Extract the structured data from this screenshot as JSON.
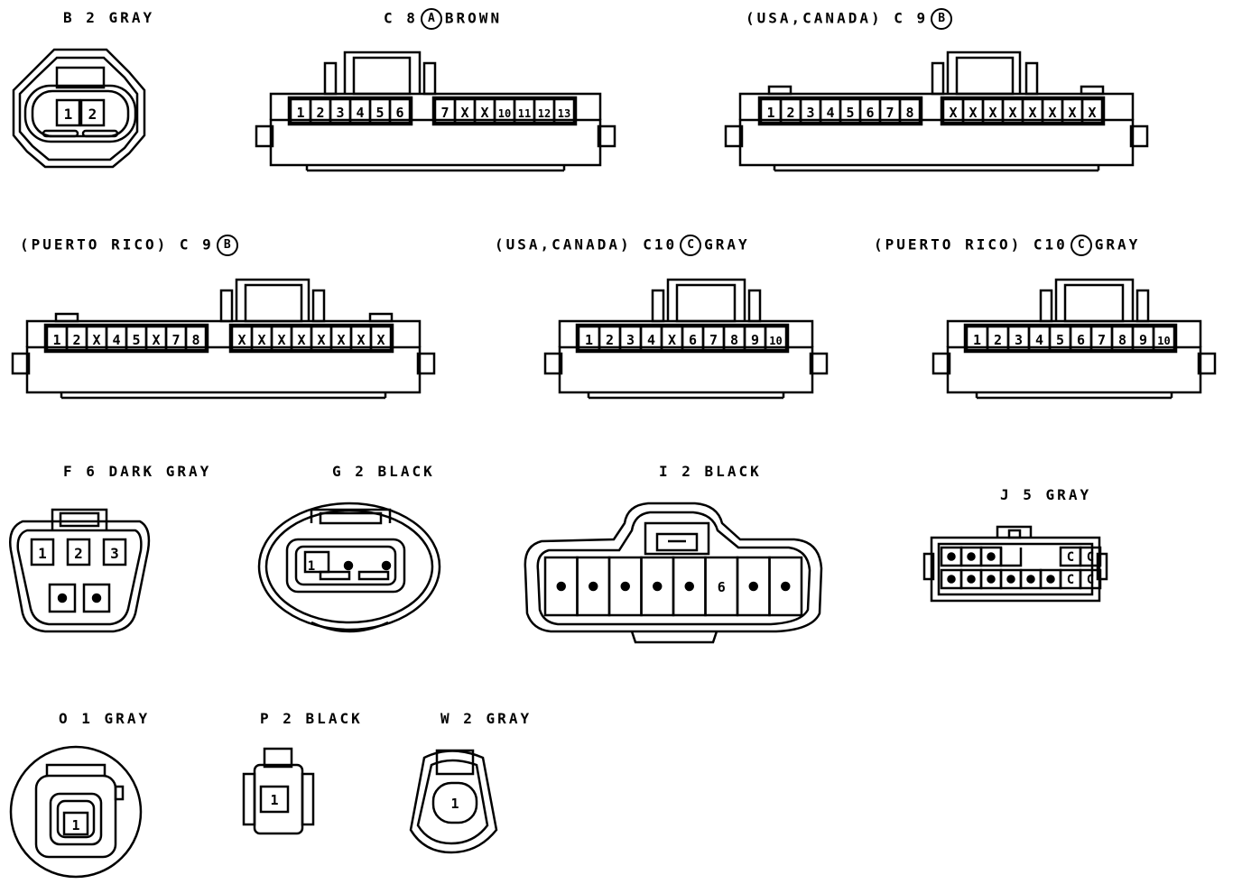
{
  "connectors": [
    {
      "id": "b2",
      "code": "B 2",
      "color": "GRAY",
      "pins": [
        "1",
        "2"
      ]
    },
    {
      "id": "c8",
      "code": "C 8",
      "mark": "A",
      "color": "BROWN",
      "pins_left": [
        "1",
        "2",
        "3",
        "4",
        "5",
        "6"
      ],
      "pins_right": [
        "7",
        "X",
        "X",
        "10",
        "11",
        "12",
        "13"
      ]
    },
    {
      "id": "c9_us",
      "region": "(USA,CANADA)",
      "code": "C 9",
      "mark": "B",
      "pins_left": [
        "1",
        "2",
        "3",
        "4",
        "5",
        "6",
        "7",
        "8"
      ],
      "pins_right": [
        "X",
        "X",
        "X",
        "X",
        "X",
        "X",
        "X",
        "X"
      ]
    },
    {
      "id": "c9_pr",
      "region": "(PUERTO RICO)",
      "code": "C 9",
      "mark": "B",
      "pins_left": [
        "1",
        "2",
        "X",
        "4",
        "5",
        "X",
        "7",
        "8"
      ],
      "pins_right": [
        "X",
        "X",
        "X",
        "X",
        "X",
        "X",
        "X",
        "X"
      ]
    },
    {
      "id": "c10_us",
      "region": "(USA,CANADA)",
      "code": "C10",
      "mark": "C",
      "color": "GRAY",
      "pins": [
        "1",
        "2",
        "3",
        "4",
        "X",
        "6",
        "7",
        "8",
        "9",
        "10"
      ]
    },
    {
      "id": "c10_pr",
      "region": "(PUERTO RICO)",
      "code": "C10",
      "mark": "C",
      "color": "GRAY",
      "pins": [
        "1",
        "2",
        "3",
        "4",
        "5",
        "6",
        "7",
        "8",
        "9",
        "10"
      ]
    },
    {
      "id": "f6",
      "code": "F 6",
      "color": "DARK GRAY",
      "pins_top": [
        "1",
        "2",
        "3"
      ]
    },
    {
      "id": "g2",
      "code": "G 2",
      "color": "BLACK",
      "pins": [
        "1"
      ]
    },
    {
      "id": "i2",
      "code": "I 2",
      "color": "BLACK",
      "pins": [
        "6"
      ]
    },
    {
      "id": "j5",
      "code": "J 5",
      "color": "GRAY",
      "pins": [
        "C",
        "C",
        "C",
        "C"
      ]
    },
    {
      "id": "o1",
      "code": "O 1",
      "color": "GRAY",
      "pins": [
        "1"
      ]
    },
    {
      "id": "p2",
      "code": "P 2",
      "color": "BLACK",
      "pins": [
        "1"
      ]
    },
    {
      "id": "w2",
      "code": "W 2",
      "color": "GRAY",
      "pins": [
        "1"
      ]
    }
  ]
}
